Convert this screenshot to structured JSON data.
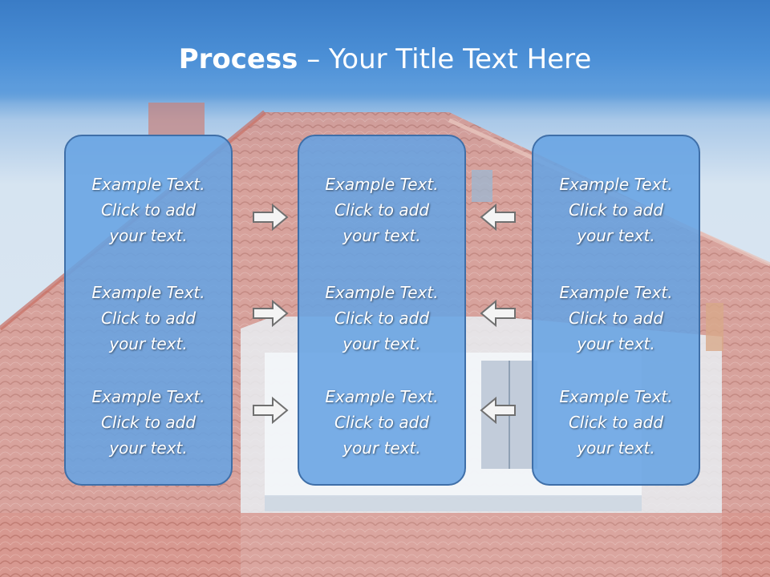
{
  "slide": {
    "title_bold": "Process",
    "title_rest": " – Your Title Text Here"
  },
  "boxes": [
    {
      "items": [
        {
          "line1": "Example Text.",
          "line2": "Click  to add",
          "line3": "your text."
        },
        {
          "line1": "Example Text.",
          "line2": "Click  to add",
          "line3": "your text."
        },
        {
          "line1": "Example Text.",
          "line2": "Click  to add",
          "line3": "your text."
        }
      ]
    },
    {
      "items": [
        {
          "line1": "Example Text.",
          "line2": "Click  to add",
          "line3": "your text."
        },
        {
          "line1": "Example Text.",
          "line2": "Click  to add",
          "line3": "your text."
        },
        {
          "line1": "Example Text.",
          "line2": "Click  to add",
          "line3": "your text."
        }
      ]
    },
    {
      "items": [
        {
          "line1": "Example Text.",
          "line2": "Click  to add",
          "line3": "your text."
        },
        {
          "line1": "Example Text.",
          "line2": "Click  to add",
          "line3": "your text."
        },
        {
          "line1": "Example Text.",
          "line2": "Click  to add",
          "line3": "your text."
        }
      ]
    }
  ],
  "arrows": {
    "left_group": "right-arrow-icon",
    "right_group": "left-arrow-icon"
  },
  "colors": {
    "title_band": "#3a7cc6",
    "box_fill": "#66a3e2",
    "box_border": "#3f6fa8",
    "roof_tile": "#d48a80",
    "text": "#ffffff"
  }
}
